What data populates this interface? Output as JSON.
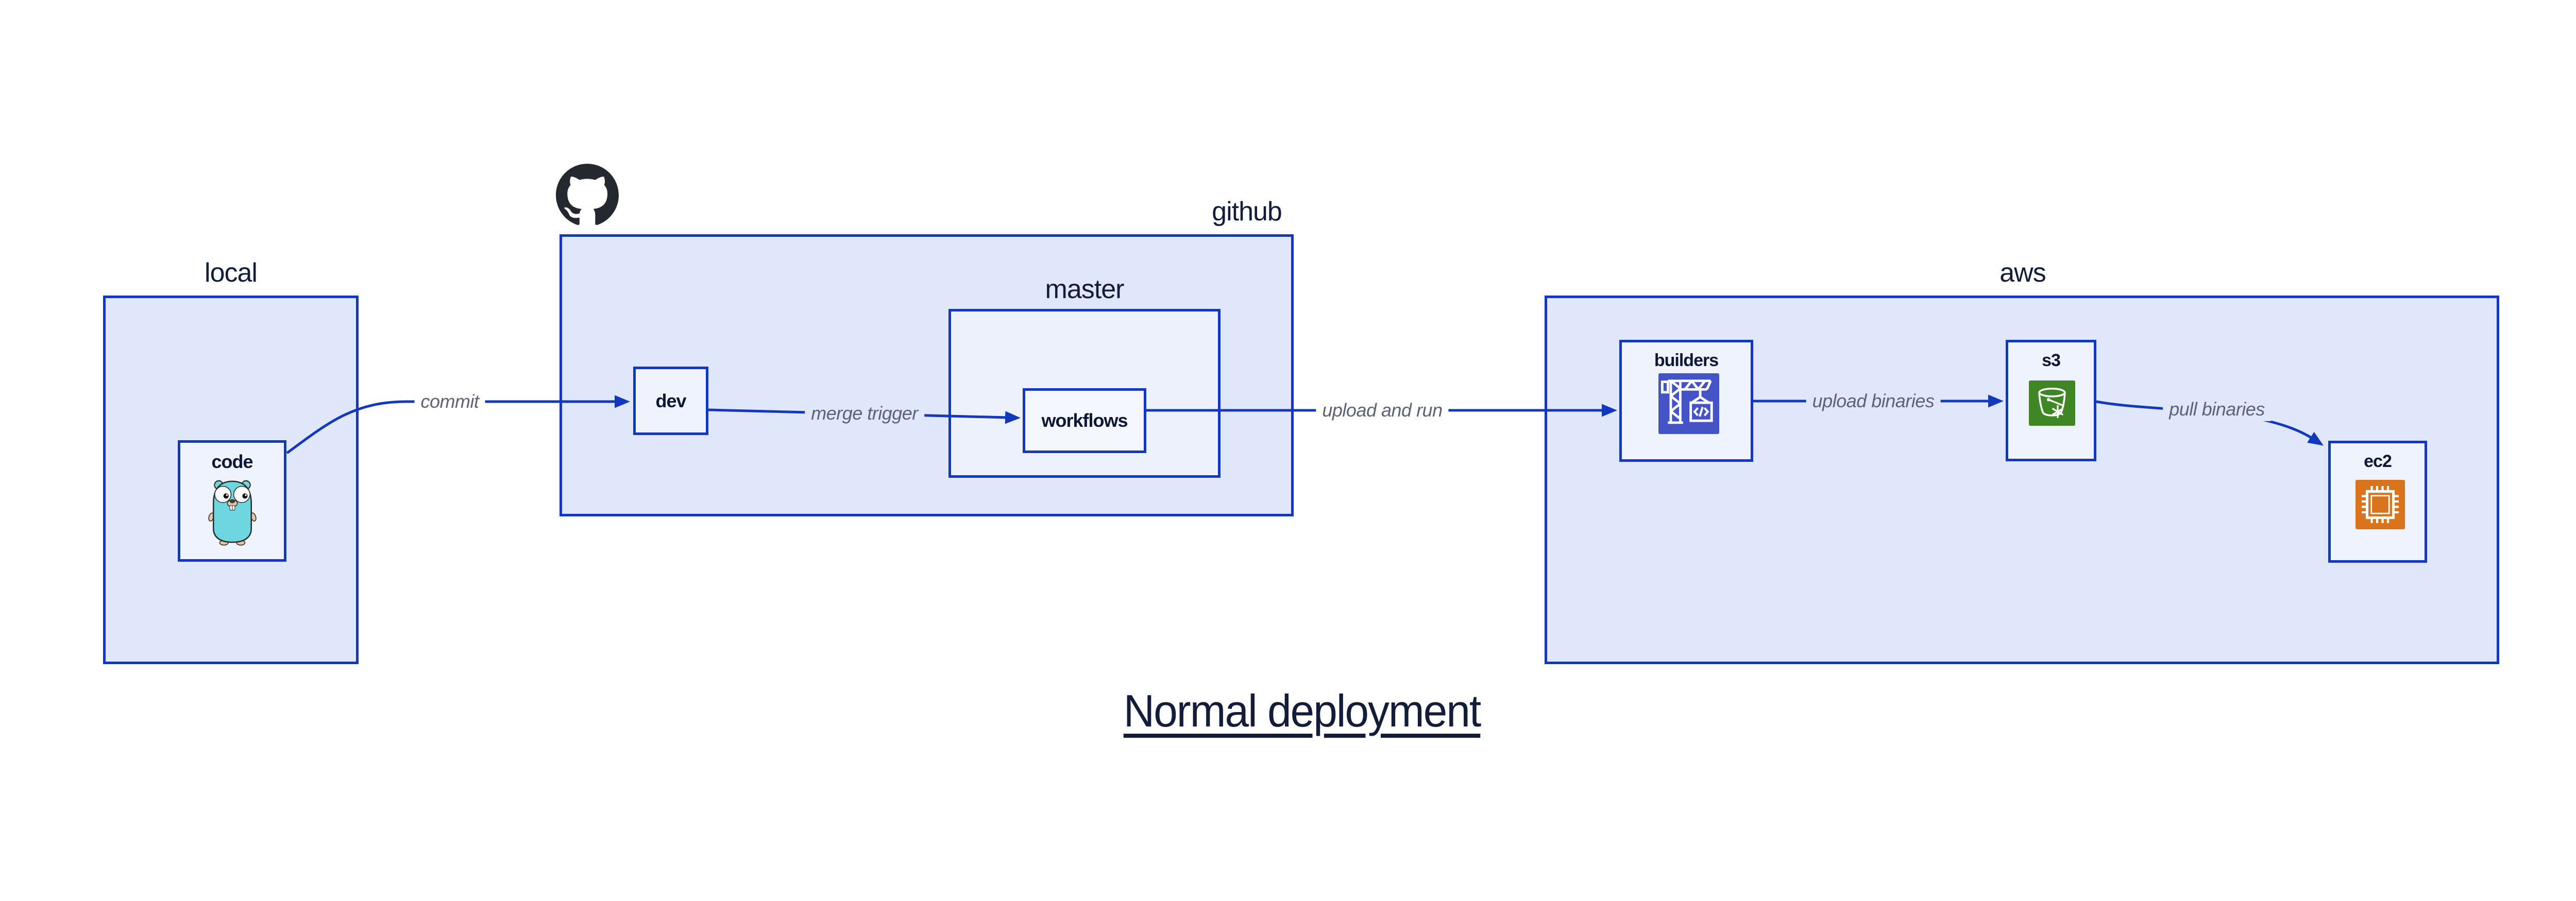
{
  "diagram": {
    "title": "Normal deployment",
    "containers": {
      "local": {
        "label": "local"
      },
      "github": {
        "label": "github",
        "icon": "github-octocat-icon"
      },
      "master": {
        "label": "master"
      },
      "aws": {
        "label": "aws"
      }
    },
    "nodes": {
      "code": {
        "label": "code",
        "icon": "go-gopher-icon"
      },
      "dev": {
        "label": "dev"
      },
      "workflows": {
        "label": "workflows"
      },
      "builders": {
        "label": "builders",
        "icon": "aws-codebuild-crane-icon"
      },
      "s3": {
        "label": "s3",
        "icon": "aws-s3-glacier-bucket-icon"
      },
      "ec2": {
        "label": "ec2",
        "icon": "aws-ec2-chip-icon"
      }
    },
    "edges": {
      "commit": {
        "label": "commit",
        "from": "code",
        "to": "dev"
      },
      "merge_trigger": {
        "label": "merge trigger",
        "from": "dev",
        "to": "workflows"
      },
      "upload_and_run": {
        "label": "upload and run",
        "from": "workflows",
        "to": "builders"
      },
      "upload_binaries": {
        "label": "upload binaries",
        "from": "builders",
        "to": "s3"
      },
      "pull_binaries": {
        "label": "pull binaries",
        "from": "s3",
        "to": "ec2"
      }
    },
    "colors": {
      "container_fill": "#e0e7fa",
      "master_fill": "#edf1fc",
      "node_fill": "#eff3fd",
      "workflows_fill": "#f5f7fe",
      "border_blue": "#1238c0",
      "arrow_blue": "#1238c0",
      "label_navy": "#131c38",
      "edge_label_gray": "#5c6376",
      "builders_icon_bg": "#4453c6",
      "s3_icon_bg": "#3f8624",
      "ec2_icon_bg": "#d9731c",
      "github_mark": "#24292f",
      "gopher_teal": "#6ed6de"
    }
  }
}
